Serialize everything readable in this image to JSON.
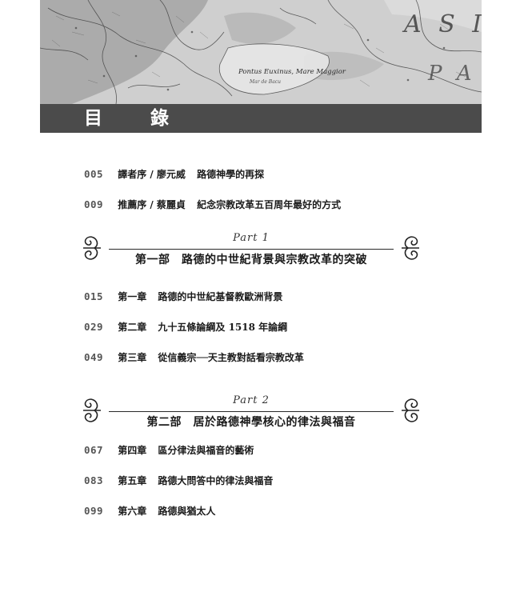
{
  "banner": {
    "map_caption_1": "Pontus Euxinus, Mare Maggior",
    "map_caption_2": "Mar de Bacu",
    "map_large_letters": "A S I",
    "map_large_letters_2": "P A R"
  },
  "header": {
    "title": "目 錄"
  },
  "prefaces": [
    {
      "page": "005",
      "label": "譯者序 / 廖元威",
      "title": "路德神學的再探"
    },
    {
      "page": "009",
      "label": "推薦序 / 蔡麗貞",
      "title": "紀念宗教改革五百周年最好的方式"
    }
  ],
  "parts": [
    {
      "label": "Part 1",
      "title": "第一部　路德的中世紀背景與宗教改革的突破",
      "chapters": [
        {
          "page": "015",
          "label": "第一章",
          "title": "路德的中世紀基督教歐洲背景"
        },
        {
          "page": "029",
          "label": "第二章",
          "title": "九十五條論綱及 1518 年論綱"
        },
        {
          "page": "049",
          "label": "第三章",
          "title": "從信義宗──天主教對話看宗教改革"
        }
      ]
    },
    {
      "label": "Part 2",
      "title": "第二部　居於路德神學核心的律法與福音",
      "chapters": [
        {
          "page": "067",
          "label": "第四章",
          "title": "區分律法與福音的藝術"
        },
        {
          "page": "083",
          "label": "第五章",
          "title": "路德大問答中的律法與福音"
        },
        {
          "page": "099",
          "label": "第六章",
          "title": "路德與猶太人"
        }
      ]
    }
  ]
}
